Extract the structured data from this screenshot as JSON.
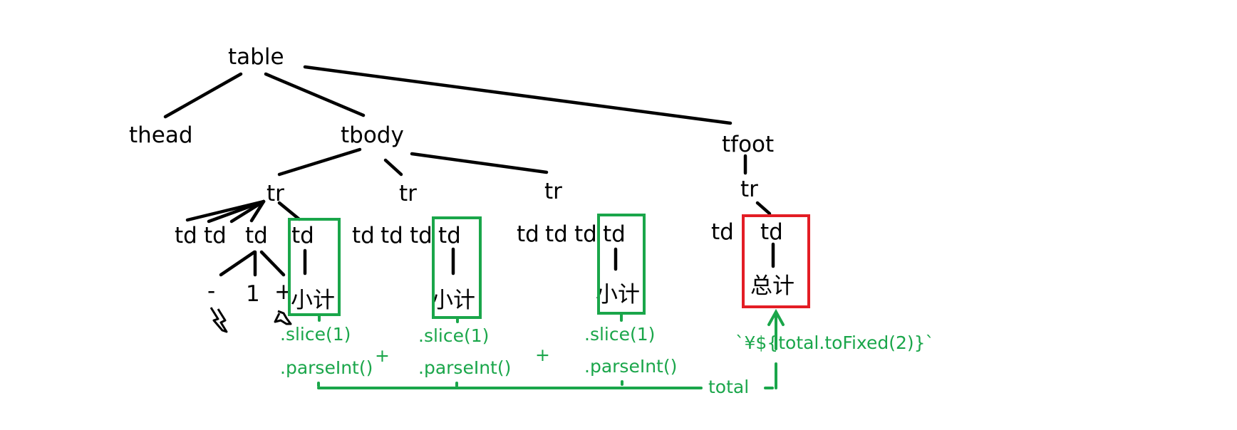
{
  "nodes": {
    "table": "table",
    "thead": "thead",
    "tbody": "tbody",
    "tfoot": "tfoot",
    "tr": "tr",
    "td": "td",
    "minus": "-",
    "one": "1",
    "plus": "+",
    "subtotal": "小计",
    "total_cell": "总计"
  },
  "annotations": {
    "slice": ".slice(1)",
    "parse_int": ".parseInt()",
    "plus": "+",
    "total": "total",
    "format": "`¥${total.toFixed(2)}`"
  },
  "colors": {
    "tree": "#000000",
    "computation": "#1aa64a",
    "highlight": "#e31d25"
  }
}
